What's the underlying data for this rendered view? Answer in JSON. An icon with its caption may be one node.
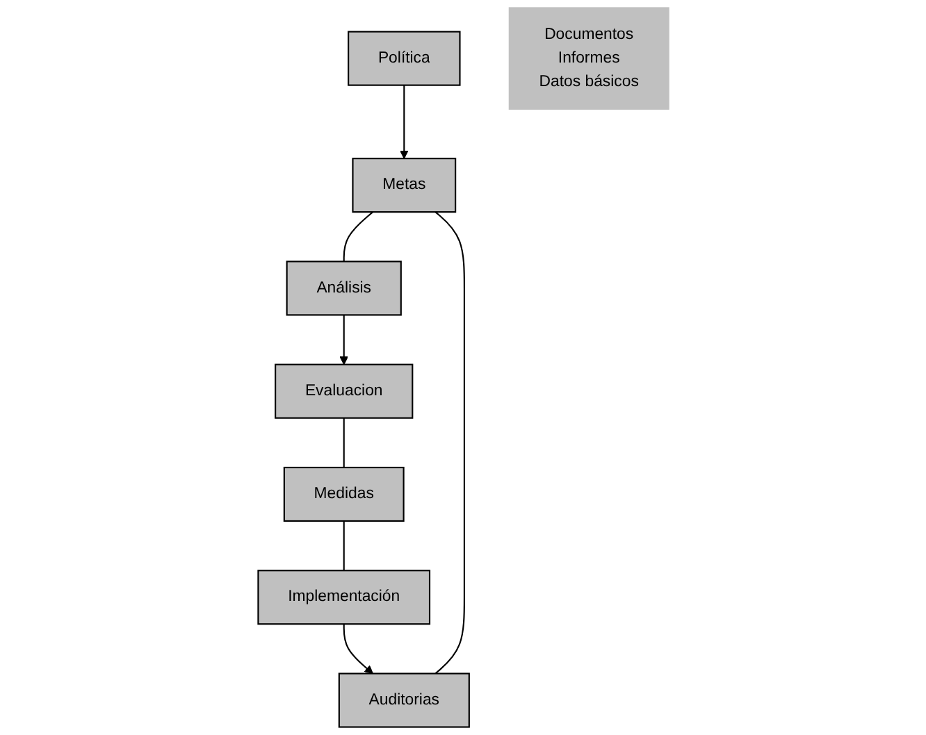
{
  "diagram": {
    "nodes": [
      {
        "text": [
          "Política"
        ]
      },
      {
        "text": [
          "Metas"
        ]
      },
      {
        "text": [
          "Análisis"
        ]
      },
      {
        "text": [
          "Evaluacion"
        ]
      },
      {
        "text": [
          "Medidas"
        ]
      },
      {
        "text": [
          "Implementación"
        ]
      },
      {
        "text": [
          "Auditorias"
        ]
      },
      {
        "text": [
          "Documentos",
          "Informes",
          "Datos básicos"
        ]
      }
    ],
    "edges": [
      {
        "from": 0,
        "to": 1,
        "arrow": "to"
      },
      {
        "from": 1,
        "to": 2,
        "arrow": "none"
      },
      {
        "from": 2,
        "to": 3,
        "arrow": "to"
      },
      {
        "from": 3,
        "to": 4,
        "arrow": "none"
      },
      {
        "from": 4,
        "to": 5,
        "arrow": "none"
      },
      {
        "from": 5,
        "to": 6,
        "arrow": "to"
      },
      {
        "from": 6,
        "to": 1,
        "arrow": "none"
      }
    ]
  }
}
